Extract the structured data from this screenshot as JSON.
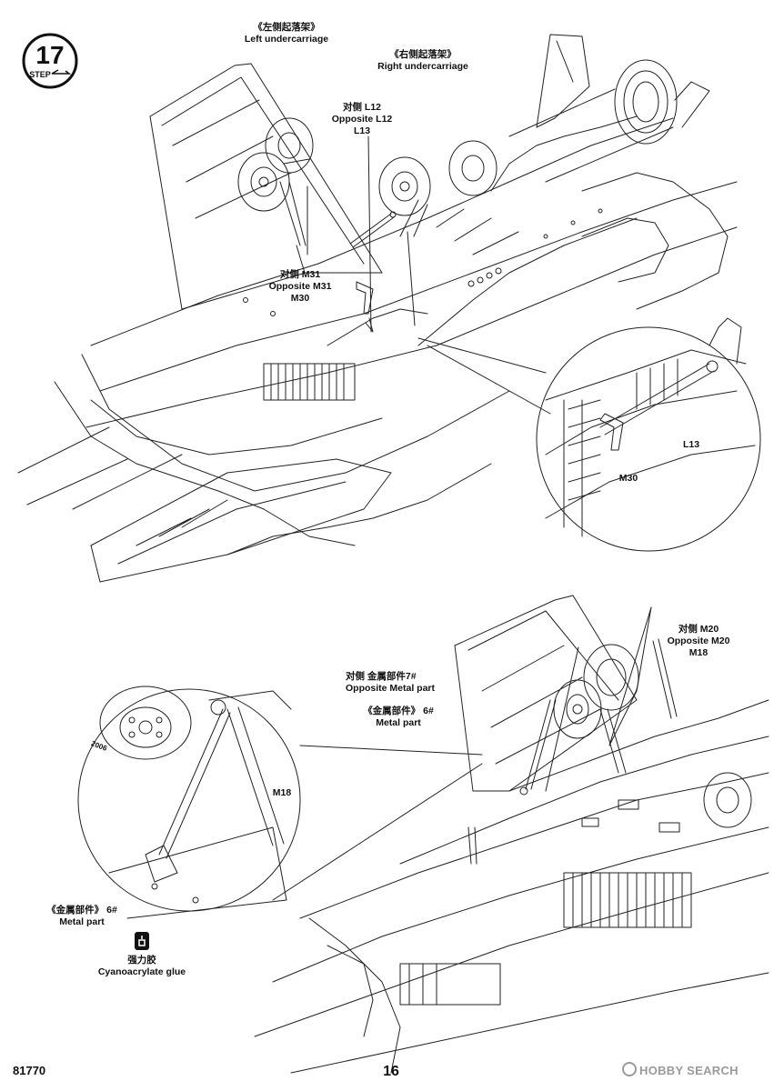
{
  "step": {
    "number": "17",
    "word": "STEP"
  },
  "labels": {
    "left_undercarriage_cn": "《左侧起落架》",
    "left_undercarriage_en": "Left undercarriage",
    "right_undercarriage_cn": "《右侧起落架》",
    "right_undercarriage_en": "Right undercarriage",
    "opp_l12_cn": "对侧 L12",
    "opp_l12_en": "Opposite L12",
    "l13": "L13",
    "opp_m31_cn": "对侧 M31",
    "opp_m31_en": "Opposite M31",
    "m30": "M30",
    "detail1_l13": "L13",
    "detail1_m30": "M30",
    "opp_m20_cn": "对侧 M20",
    "opp_m20_en": "Opposite M20",
    "m18": "M18",
    "metal7_cn": "对侧  金属部件7#",
    "metal7_en": "Opposite      Metal part",
    "metal6_cn": "《金属部件》 6#",
    "metal6_en": "Metal part",
    "detail2_m18": "M18",
    "detail2_metal_cn": "《金属部件》 6#",
    "detail2_metal_en": "Metal part",
    "wheel_marking": "2006",
    "glue_cn": "强力胶",
    "glue_en": "Cyanoacrylate glue"
  },
  "footer": {
    "product_code": "81770",
    "page_number": "16",
    "watermark": "HOBBY SEARCH"
  }
}
